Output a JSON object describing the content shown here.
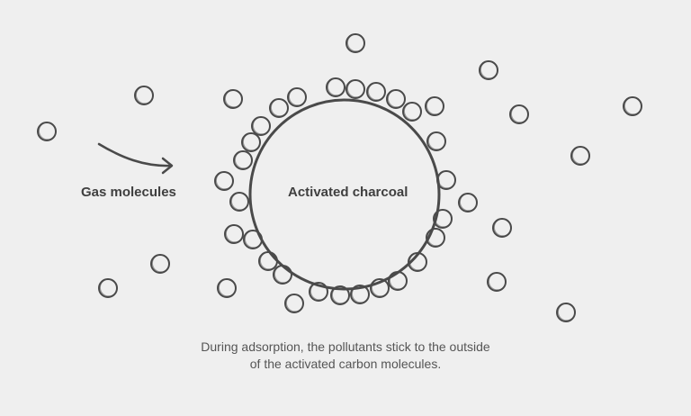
{
  "labels": {
    "gas_molecules": "Gas molecules",
    "activated_charcoal": "Activated charcoal"
  },
  "caption": {
    "line1": "During adsorption, the pollutants stick to the outside",
    "line2": "of the activated carbon molecules."
  },
  "colors": {
    "background": "#efefef",
    "stroke": "#4a4a4a",
    "text": "#3f3f3f",
    "caption": "#555555"
  },
  "icons": {
    "arrow": "curved-arrow-right-icon"
  }
}
